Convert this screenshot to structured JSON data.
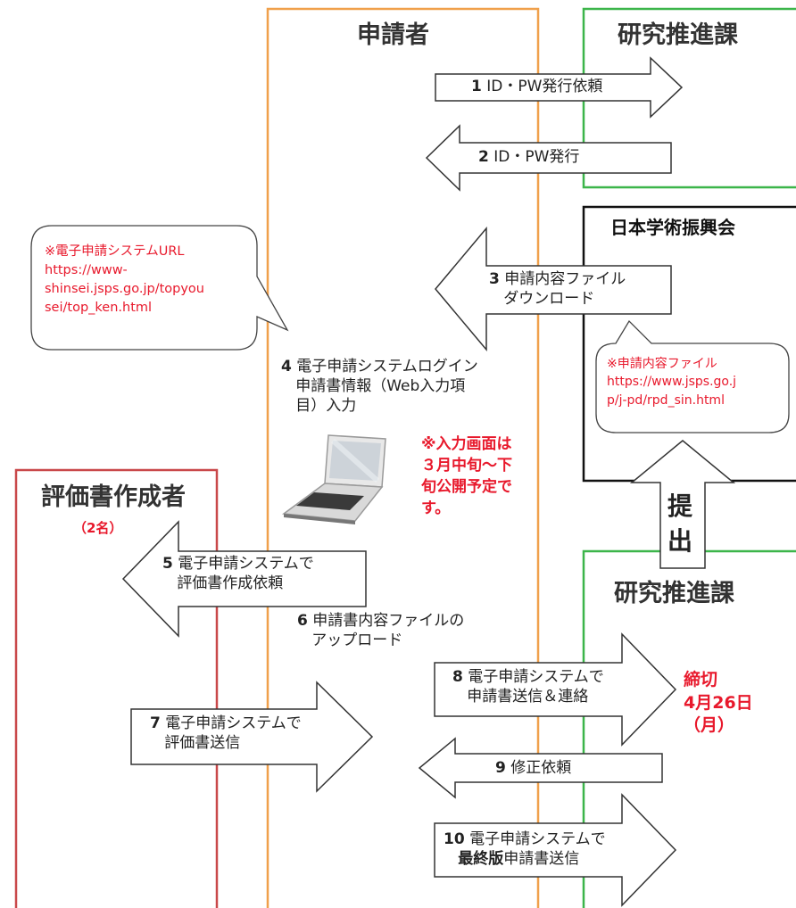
{
  "lanes": {
    "applicant": "申請者",
    "research_top": "研究推進課",
    "jsps": "日本学術振興会",
    "evaluator": "評価書作成者",
    "evaluator_count": "（2名）",
    "research_bottom": "研究推進課"
  },
  "steps": [
    {
      "num": "1",
      "line1": "ID・PW発行依頼",
      "line2": ""
    },
    {
      "num": "2",
      "line1": "ID・PW発行",
      "line2": ""
    },
    {
      "num": "3",
      "line1": "申請内容ファイル",
      "line2": "ダウンロード"
    },
    {
      "num": "4",
      "line1": "電子申請システムログイン",
      "line2": "申請書情報（Web入力項",
      "line3": "目）入力"
    },
    {
      "num": "5",
      "line1": "電子申請システムで",
      "line2": "評価書作成依頼"
    },
    {
      "num": "6",
      "line1": "申請書内容ファイルの",
      "line2": "アップロード"
    },
    {
      "num": "7",
      "line1": "電子申請システムで",
      "line2": "評価書送信"
    },
    {
      "num": "8",
      "line1": "電子申請システムで",
      "line2": "申請書送信＆連絡"
    },
    {
      "num": "9",
      "line1": "修正依頼",
      "line2": ""
    },
    {
      "num": "10",
      "line1": "電子申請システムで",
      "line2_bold": "最終版",
      "line2_rest": "申請書送信"
    }
  ],
  "callout_left": {
    "lines": [
      "※電子申請システムURL",
      "https://www-",
      "shinsei.jsps.go.jp/topyou",
      "sei/top_ken.html"
    ]
  },
  "callout_right": {
    "lines": [
      "※申請内容ファイル",
      "https://www.jsps.go.j",
      "p/j-pd/rpd_sin.html"
    ]
  },
  "input_note": {
    "lines": [
      "※入力画面は",
      "３月中旬～下",
      "旬公開予定で",
      "す。"
    ]
  },
  "submit_arrow": {
    "chars": [
      "提",
      "出"
    ]
  },
  "deadline": {
    "lines": [
      "締切",
      "4月26日",
      "（月）"
    ]
  },
  "colors": {
    "applicant_lane": "#f0a04b",
    "research_lane": "#3cb54a",
    "evaluator_lane": "#c9484a",
    "accent_red": "#e8192c"
  }
}
